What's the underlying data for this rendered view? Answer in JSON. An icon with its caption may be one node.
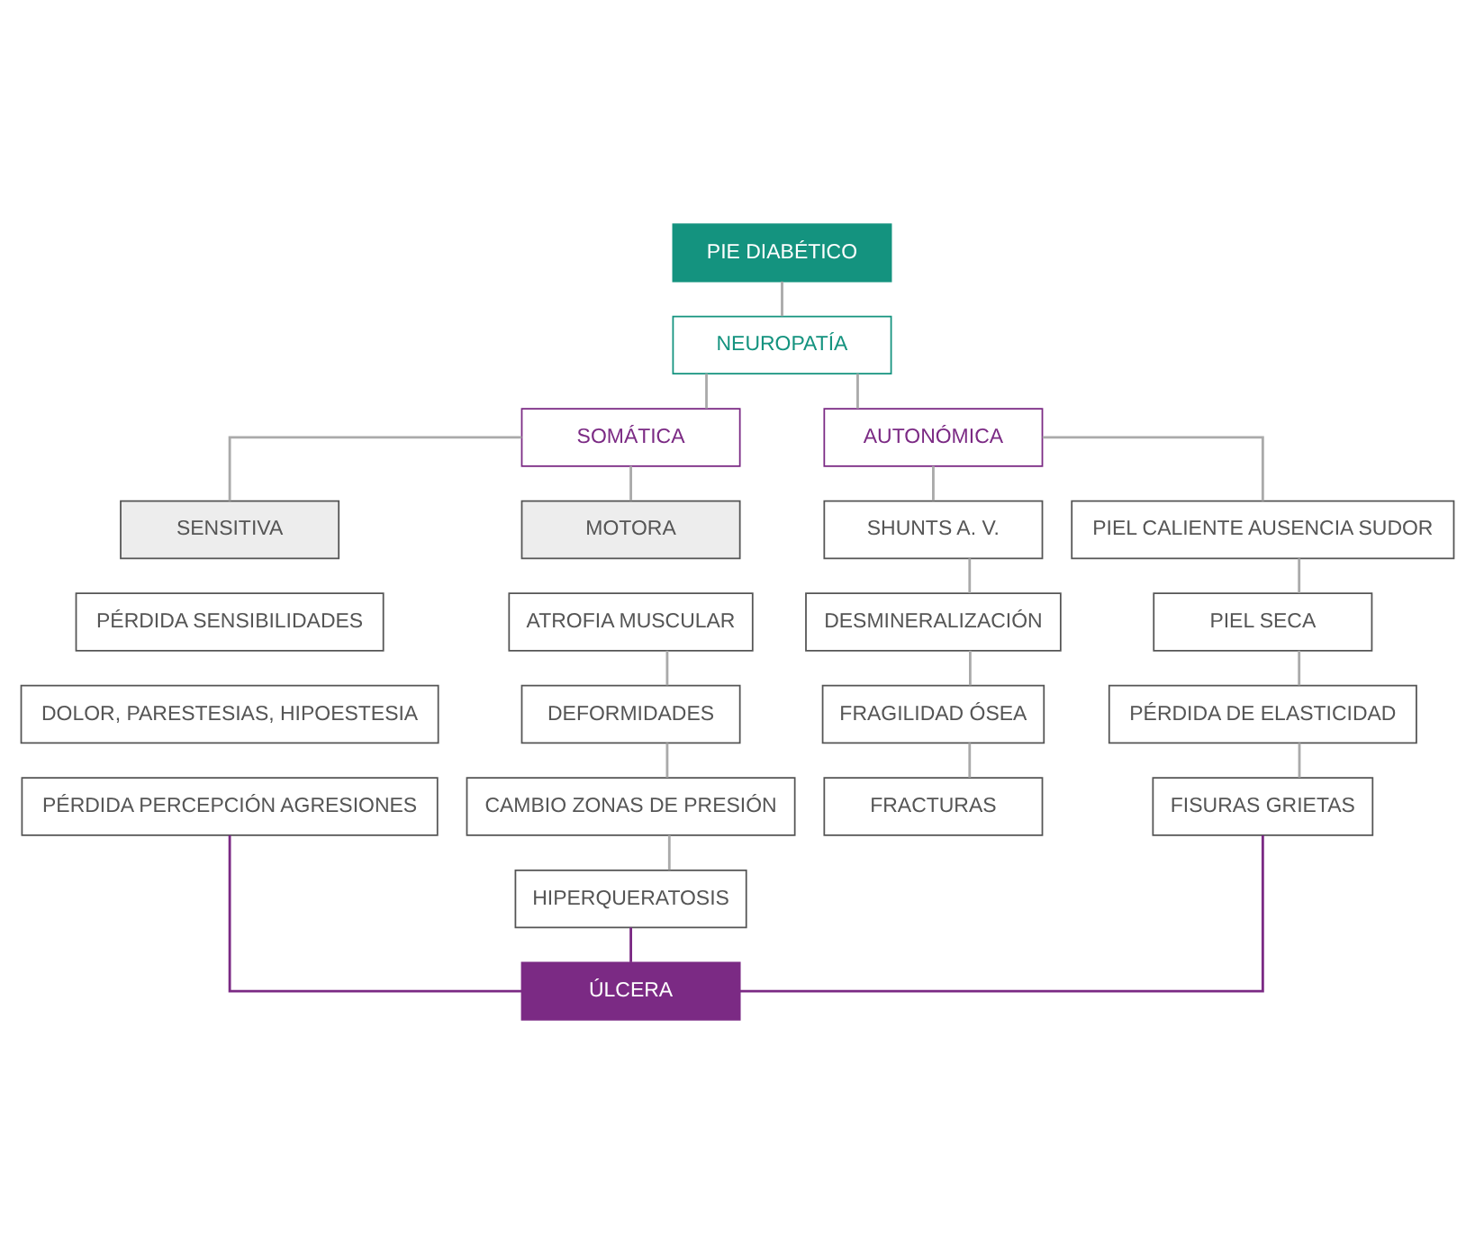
{
  "diagram": {
    "nodes": [
      {
        "text": [
          "PIE DIABÉTICO"
        ]
      },
      {
        "text": [
          "NEUROPATÍA"
        ]
      },
      {
        "text": [
          "SOMÁTICA"
        ]
      },
      {
        "text": [
          "AUTONÓMICA"
        ]
      },
      {
        "text": [
          "SENSITIVA"
        ]
      },
      {
        "text": [
          "MOTORA"
        ]
      },
      {
        "text": [
          "SHUNTS A. V."
        ]
      },
      {
        "text": [
          "PIEL CALIENTE AUSENCIA SUDOR"
        ]
      },
      {
        "text": [
          "PÉRDIDA SENSIBILIDADES"
        ]
      },
      {
        "text": [
          "DOLOR, PARESTESIAS, HIPOESTESIA"
        ]
      },
      {
        "text": [
          "PÉRDIDA PERCEPCIÓN AGRESIONES"
        ]
      },
      {
        "text": [
          "ATROFIA MUSCULAR"
        ]
      },
      {
        "text": [
          "DEFORMIDADES"
        ]
      },
      {
        "text": [
          "CAMBIO ZONAS DE PRESIÓN"
        ]
      },
      {
        "text": [
          "HIPERQUERATOSIS"
        ]
      },
      {
        "text": [
          "DESMINERALIZACIÓN"
        ]
      },
      {
        "text": [
          "FRAGILIDAD ÓSEA"
        ]
      },
      {
        "text": [
          "FRACTURAS"
        ]
      },
      {
        "text": [
          "PIEL SECA"
        ]
      },
      {
        "text": [
          "PÉRDIDA DE ELASTICIDAD"
        ]
      },
      {
        "text": [
          "FISURAS GRIETAS"
        ]
      },
      {
        "text": [
          "ÚLCERA"
        ]
      }
    ],
    "edges": [
      {
        "from": 0,
        "to": 1,
        "arrow": "none"
      },
      {
        "from": 1,
        "to": 2,
        "arrow": "none"
      },
      {
        "from": 1,
        "to": 3,
        "arrow": "none"
      },
      {
        "from": 2,
        "to": 4,
        "arrow": "none"
      },
      {
        "from": 2,
        "to": 5,
        "arrow": "none"
      },
      {
        "from": 3,
        "to": 6,
        "arrow": "none"
      },
      {
        "from": 3,
        "to": 7,
        "arrow": "none"
      },
      {
        "from": 11,
        "to": 12,
        "arrow": "none"
      },
      {
        "from": 12,
        "to": 13,
        "arrow": "none"
      },
      {
        "from": 13,
        "to": 14,
        "arrow": "none"
      },
      {
        "from": 6,
        "to": 15,
        "arrow": "none"
      },
      {
        "from": 15,
        "to": 16,
        "arrow": "none"
      },
      {
        "from": 16,
        "to": 17,
        "arrow": "none"
      },
      {
        "from": 7,
        "to": 18,
        "arrow": "none"
      },
      {
        "from": 18,
        "to": 19,
        "arrow": "none"
      },
      {
        "from": 19,
        "to": 20,
        "arrow": "none"
      },
      {
        "from": 10,
        "to": 21,
        "arrow": "none",
        "color": "#7b2a84"
      },
      {
        "from": 14,
        "to": 21,
        "arrow": "none",
        "color": "#7b2a84"
      },
      {
        "from": 20,
        "to": 21,
        "arrow": "none",
        "color": "#7b2a84"
      }
    ]
  }
}
